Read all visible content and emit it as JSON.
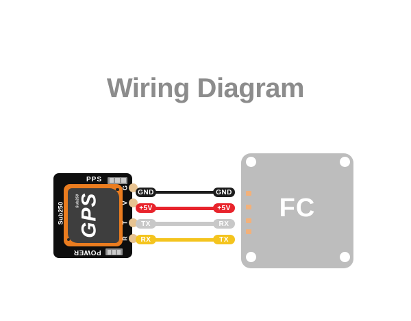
{
  "page": {
    "title": "Wiring Diagram",
    "title_color": "#8c8c8c",
    "background": "#ffffff"
  },
  "gps": {
    "top_label": "PPS",
    "bottom_label": "POWER",
    "side_label": "Sub250",
    "logo_small": "Sub250",
    "logo_big": "GPS",
    "pin_letters": [
      "G",
      "V",
      "T",
      "R"
    ],
    "board_color": "#0e0e0e",
    "frame_color": "#ea7c1f",
    "chip_color": "#3e3e3e",
    "pad_color": "#e7c391"
  },
  "fc": {
    "label": "FC",
    "body_color": "#bdbdbd",
    "pad_color": "#f2b17b"
  },
  "wires": [
    {
      "id": "gnd",
      "gps_label": "GND",
      "fc_label": "GND",
      "color": "#1c1c1c"
    },
    {
      "id": "plus5v",
      "gps_label": "+5V",
      "fc_label": "+5V",
      "color": "#e8242c"
    },
    {
      "id": "tx",
      "gps_label": "TX",
      "fc_label": "RX",
      "color": "#c8c8c8"
    },
    {
      "id": "rx",
      "gps_label": "RX",
      "fc_label": "TX",
      "color": "#f4c41e"
    }
  ]
}
